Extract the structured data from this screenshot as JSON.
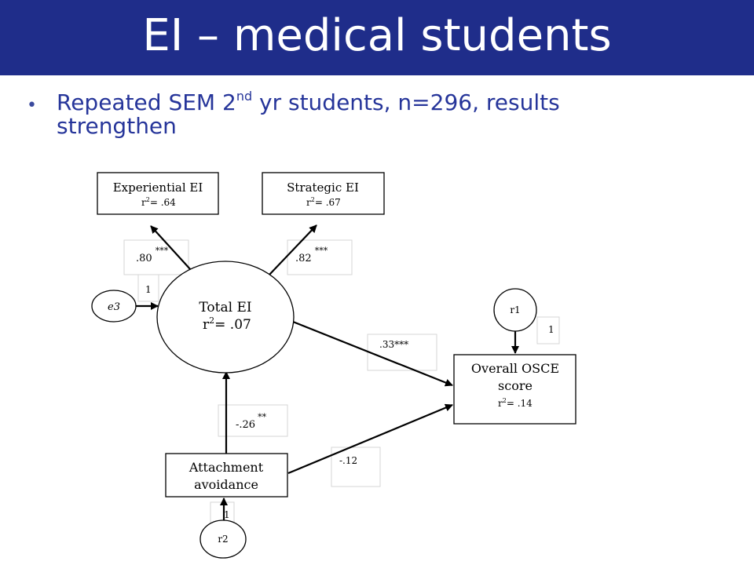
{
  "slide": {
    "title": "EI – medical students",
    "bullet": {
      "prefix": "Repeated SEM 2",
      "sup": "nd",
      "suffix": " yr students, n=296, results strengthen"
    }
  },
  "diagram": {
    "nodes": {
      "experiential": {
        "label": "Experiential EI",
        "r2_prefix": "r",
        "r2_exp": "2",
        "r2_value": "= .64"
      },
      "strategic": {
        "label": "Strategic EI",
        "r2_prefix": "r",
        "r2_exp": "2",
        "r2_value": "= .67"
      },
      "total": {
        "label": "Total EI",
        "r2_prefix": "r",
        "r2_exp": "2",
        "r2_value": "= .07"
      },
      "osce": {
        "label_line1": "Overall OSCE",
        "label_line2": "score",
        "r2_prefix": "r",
        "r2_exp": "2",
        "r2_value": "= .14"
      },
      "attachment": {
        "label_line1": "Attachment",
        "label_line2": "avoidance"
      },
      "e3": {
        "label": "e3"
      },
      "r1": {
        "label": "r1"
      },
      "r2": {
        "label": "r2"
      }
    },
    "paths": {
      "total_to_experiential": {
        "coef": ".80",
        "sig": "***"
      },
      "total_to_strategic": {
        "coef": ".82",
        "sig": "***"
      },
      "total_to_osce": {
        "coef": ".33***"
      },
      "attachment_to_total": {
        "coef": "-.26",
        "sig": "**"
      },
      "attachment_to_osce": {
        "coef": "-.12"
      },
      "e3_to_total": {
        "coef": "1"
      },
      "r1_to_osce": {
        "coef": "1"
      },
      "r2_to_attachment": {
        "coef": "1"
      }
    }
  }
}
